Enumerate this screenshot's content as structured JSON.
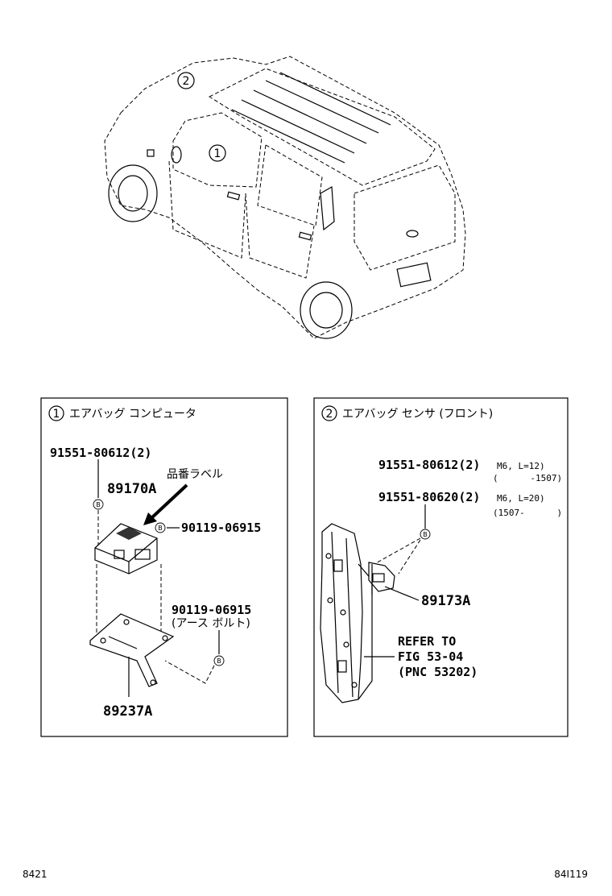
{
  "vehicle": {
    "callout_1": "1",
    "callout_2": "2"
  },
  "panel_left": {
    "num": "1",
    "title": "エアバッグ コンピュータ",
    "parts": {
      "bolt_top": "91551-80612(2)",
      "computer": "89170A",
      "label_note": "品番ラベル",
      "ground_bolt_1": "90119-06915",
      "ground_bolt_2": "90119-06915",
      "ground_bolt_2_note": "(アース ボルト)",
      "bracket": "89237A"
    },
    "callout_b": "B"
  },
  "panel_right": {
    "num": "2",
    "title": "エアバッグ センサ (フロント)",
    "parts": {
      "bolt_a": "91551-80612(2)",
      "bolt_a_spec": "M6, L=12)",
      "bolt_a_range": "(      -1507)",
      "bolt_b": "91551-80620(2)",
      "bolt_b_spec": "M6, L=20)",
      "bolt_b_range": "(1507-      )",
      "sensor": "89173A",
      "refer_1": "REFER TO",
      "refer_2": "FIG 53-04",
      "refer_3": "(PNC 53202)"
    },
    "callout_b": "B"
  },
  "footer": {
    "left_code": "8421",
    "right_code": "84I119"
  }
}
